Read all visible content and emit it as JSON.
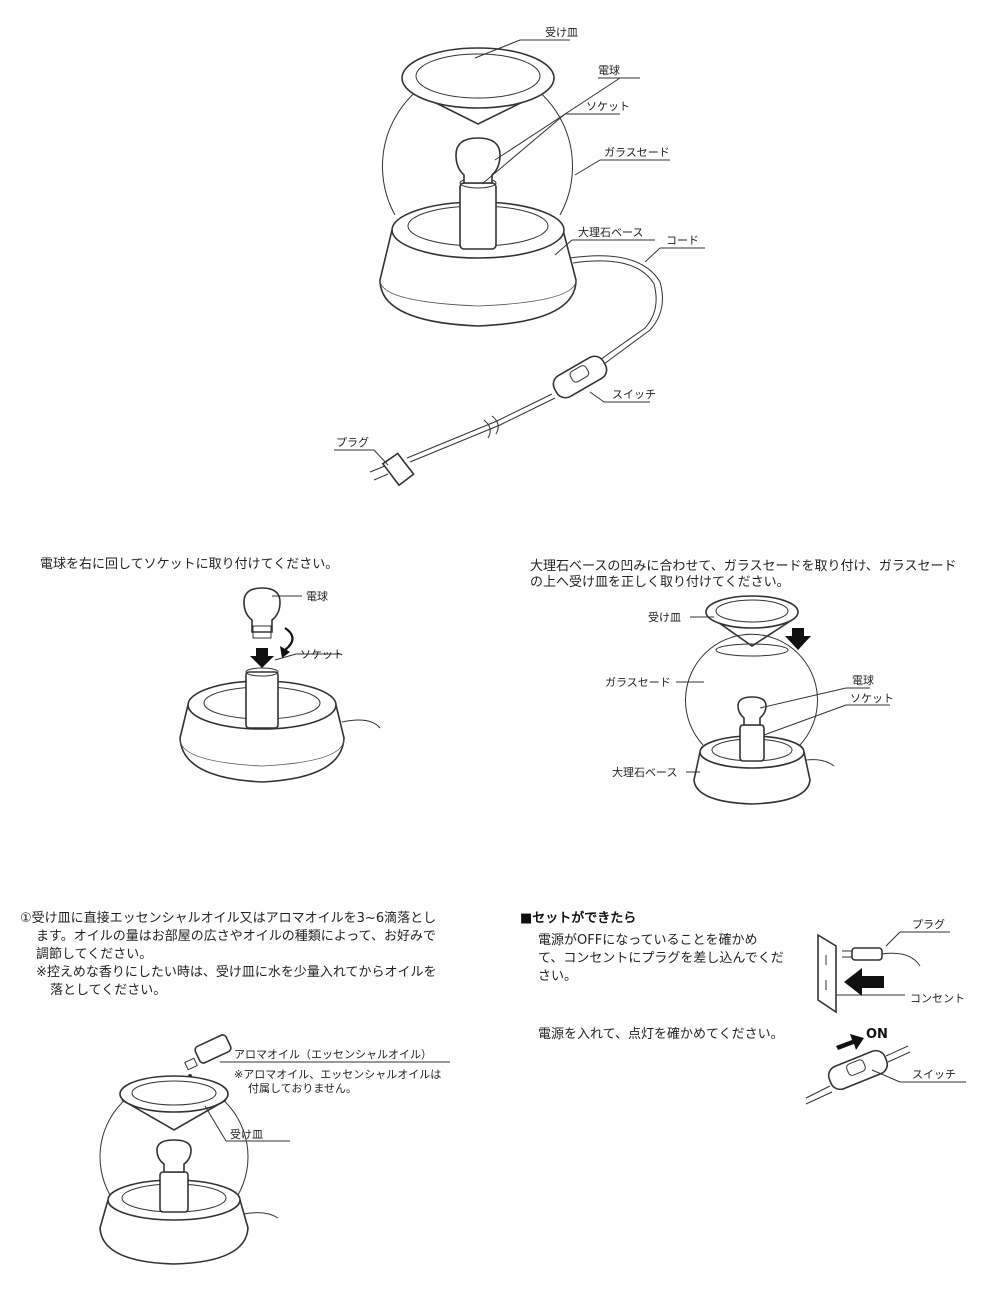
{
  "main_diagram": {
    "labels": {
      "saucer": "受け皿",
      "bulb": "電球",
      "socket": "ソケット",
      "glass_shade": "ガラスセード",
      "marble_base": "大理石ベース",
      "cord": "コード",
      "switch": "スイッチ",
      "plug": "プラグ"
    }
  },
  "step1": {
    "instruction": "電球を右に回してソケットに取り付けてください。",
    "labels": {
      "bulb": "電球",
      "socket": "ソケット"
    }
  },
  "step2": {
    "instruction_line1": "大理石ベースの凹みに合わせて、ガラスセードを取り付け、ガラスセード",
    "instruction_line2": "の上へ受け皿を正しく取り付けてください。",
    "labels": {
      "saucer": "受け皿",
      "glass_shade": "ガラスセード",
      "bulb": "電球",
      "socket": "ソケット",
      "marble_base": "大理石ベース"
    }
  },
  "step3": {
    "line1": "①受け皿に直接エッセンシャルオイル又はアロマオイルを3~6滴落とし",
    "line2": "ます。オイルの量はお部屋の広さやオイルの種類によって、お好みで",
    "line3": "調節してください。",
    "line4": "※控えめな香りにしたい時は、受け皿に水を少量入れてからオイルを",
    "line5": "落としてください。",
    "labels": {
      "aroma_oil": "アロマオイル（エッセンシャルオイル）",
      "note_line1": "※アロマオイル、エッセンシャルオイルは",
      "note_line2": "付属しておりません。",
      "saucer": "受け皿"
    }
  },
  "step4": {
    "heading": "■セットができたら",
    "line1": "電源がOFFになっていることを確かめ",
    "line2": "て、コンセントにプラグを差し込んでくだ",
    "line3": "さい。",
    "line4": "電源を入れて、点灯を確かめてください。",
    "labels": {
      "plug": "プラグ",
      "outlet": "コンセント",
      "switch": "スイッチ",
      "on": "ON"
    }
  }
}
